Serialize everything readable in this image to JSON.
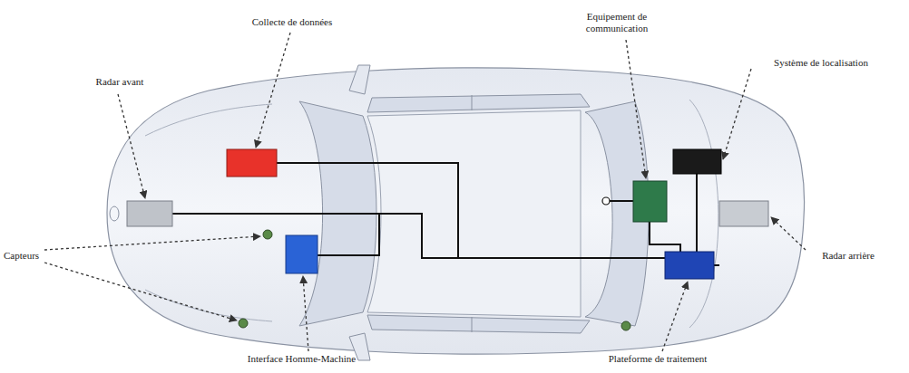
{
  "diagram": {
    "labels": [
      "Collecte de données",
      "Equipement de communication",
      "Radar avant",
      "Système de localisation",
      "Capteurs",
      "Radar arrière",
      "Interface Homme-Machine",
      "Plateforme de traitement"
    ]
  }
}
